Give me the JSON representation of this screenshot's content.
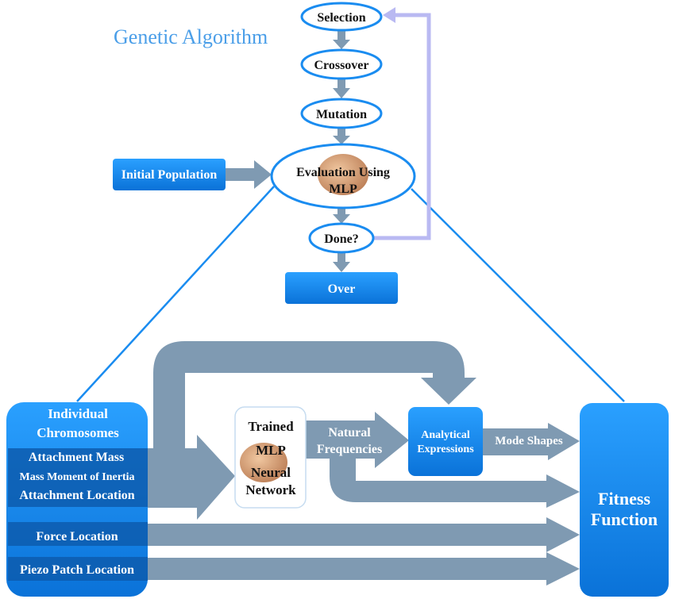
{
  "title": "Genetic Algorithm",
  "colors": {
    "accent_blue": "#1a8cf0",
    "arrow_gray": "#7f9ab2",
    "feedback": "#b9b9f2",
    "title": "#4a9ee8",
    "brain": "#d9a27a"
  },
  "ga_loop": {
    "selection": "Selection",
    "crossover": "Crossover",
    "mutation": "Mutation",
    "evaluation_line1": "Evaluation Using",
    "evaluation_line2": "MLP",
    "done": "Done?",
    "over": "Over",
    "initial_population": "Initial Population"
  },
  "chromosomes": {
    "title_line1": "Individual",
    "title_line2": "Chromosomes",
    "genes": [
      "Attachment Mass",
      "Mass Moment of Inertia",
      "Attachment Location",
      "Force Location",
      "Piezo Patch Location"
    ]
  },
  "mlp": {
    "line1": "Trained",
    "line2": "MLP",
    "line3": "Neural",
    "line4": "Network",
    "icon": "brain-icon"
  },
  "natural_frequencies": {
    "line1": "Natural",
    "line2": "Frequencies"
  },
  "analytical": {
    "line1": "Analytical",
    "line2": "Expressions"
  },
  "mode_shapes": "Mode Shapes",
  "fitness": {
    "line1": "Fitness",
    "line2": "Function"
  }
}
